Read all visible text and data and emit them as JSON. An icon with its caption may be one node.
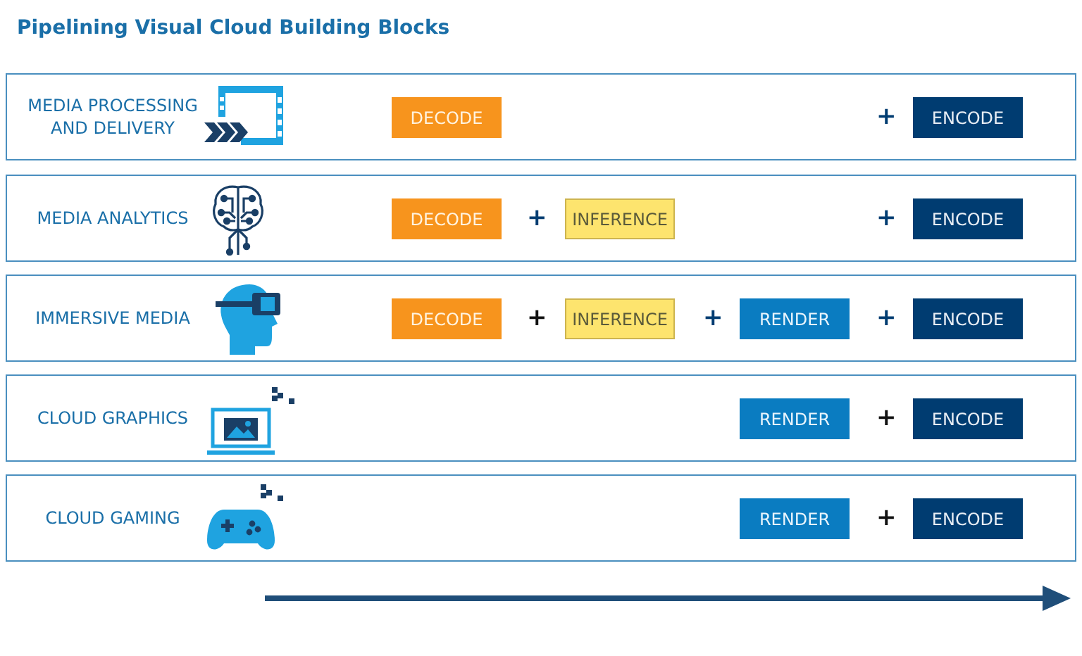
{
  "diagram": {
    "title": "Pipelining Visual Cloud Building Blocks",
    "nodes": [
      {
        "text": [
          "MEDIA PROCESSING AND DELIVERY"
        ]
      },
      {
        "text": [
          "DECODE"
        ],
        "in": 0
      },
      {
        "text": [
          "ENCODE"
        ],
        "in": 0
      },
      {
        "text": [
          "MEDIA ANALYTICS"
        ]
      },
      {
        "text": [
          "DECODE"
        ],
        "in": 3
      },
      {
        "text": [
          "INFERENCE"
        ],
        "in": 3
      },
      {
        "text": [
          "ENCODE"
        ],
        "in": 3
      },
      {
        "text": [
          "IMMERSIVE MEDIA"
        ]
      },
      {
        "text": [
          "DECODE"
        ],
        "in": 7
      },
      {
        "text": [
          "INFERENCE"
        ],
        "in": 7
      },
      {
        "text": [
          "RENDER"
        ],
        "in": 7
      },
      {
        "text": [
          "ENCODE"
        ],
        "in": 7
      },
      {
        "text": [
          "CLOUD GRAPHICS"
        ]
      },
      {
        "text": [
          "RENDER"
        ],
        "in": 12
      },
      {
        "text": [
          "ENCODE"
        ],
        "in": 12
      },
      {
        "text": [
          "CLOUD GAMING"
        ]
      },
      {
        "text": [
          "RENDER"
        ],
        "in": 15
      },
      {
        "text": [
          "ENCODE"
        ],
        "in": 15
      }
    ],
    "labels": [
      "+",
      "+",
      "+",
      "+",
      "+",
      "+",
      "+",
      "+"
    ]
  }
}
